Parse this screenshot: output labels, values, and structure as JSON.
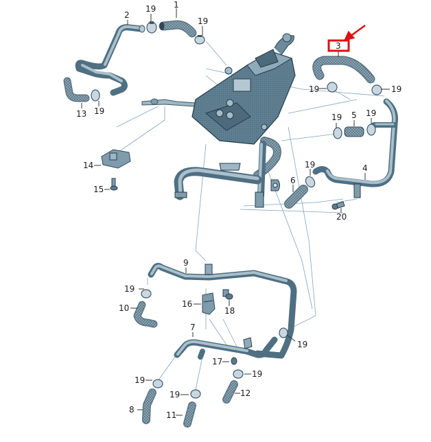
{
  "diagram": {
    "title": "Parts diagram – hoses, pipes, clamps and bracket assembly",
    "highlight_color": "#e01010",
    "highlighted_part": "3",
    "parts": [
      {
        "id": "1",
        "label": "1",
        "name": "hose (perforated)"
      },
      {
        "id": "2",
        "label": "2",
        "name": "pipe"
      },
      {
        "id": "3",
        "label": "3",
        "name": "hose (perforated)",
        "highlighted": true
      },
      {
        "id": "4",
        "label": "4",
        "name": "pipe with bracket"
      },
      {
        "id": "5",
        "label": "5",
        "name": "straight hose"
      },
      {
        "id": "6",
        "label": "6",
        "name": "straight hose"
      },
      {
        "id": "7",
        "label": "7",
        "name": "pipe"
      },
      {
        "id": "8",
        "label": "8",
        "name": "hose"
      },
      {
        "id": "9",
        "label": "9",
        "name": "pipe"
      },
      {
        "id": "10",
        "label": "10",
        "name": "elbow hose"
      },
      {
        "id": "11",
        "label": "11",
        "name": "hose"
      },
      {
        "id": "12",
        "label": "12",
        "name": "hose"
      },
      {
        "id": "13",
        "label": "13",
        "name": "elbow hose"
      },
      {
        "id": "14",
        "label": "14",
        "name": "holder"
      },
      {
        "id": "15",
        "label": "15",
        "name": "screw"
      },
      {
        "id": "16",
        "label": "16",
        "name": "holder"
      },
      {
        "id": "17",
        "label": "17",
        "name": "nut"
      },
      {
        "id": "18",
        "label": "18",
        "name": "screw"
      },
      {
        "id": "19",
        "label": "19",
        "name": "hose clamp"
      },
      {
        "id": "20",
        "label": "20",
        "name": "screw"
      }
    ],
    "callouts": {
      "c1": "1",
      "c2": "2",
      "c3": "3",
      "c4": "4",
      "c5": "5",
      "c6": "6",
      "c7": "7",
      "c8": "8",
      "c9": "9",
      "c10": "10",
      "c11": "11",
      "c12": "12",
      "c13": "13",
      "c14": "14",
      "c15": "15",
      "c16": "16",
      "c17": "17",
      "c18": "18",
      "c20": "20",
      "c19_a": "19",
      "c19_b": "19",
      "c19_c": "19",
      "c19_d": "19",
      "c19_e": "19",
      "c19_f": "19",
      "c19_g": "19",
      "c19_h": "19",
      "c19_i": "19",
      "c19_j": "19",
      "c19_k": "19",
      "c19_l": "19",
      "c19_m": "19"
    }
  }
}
